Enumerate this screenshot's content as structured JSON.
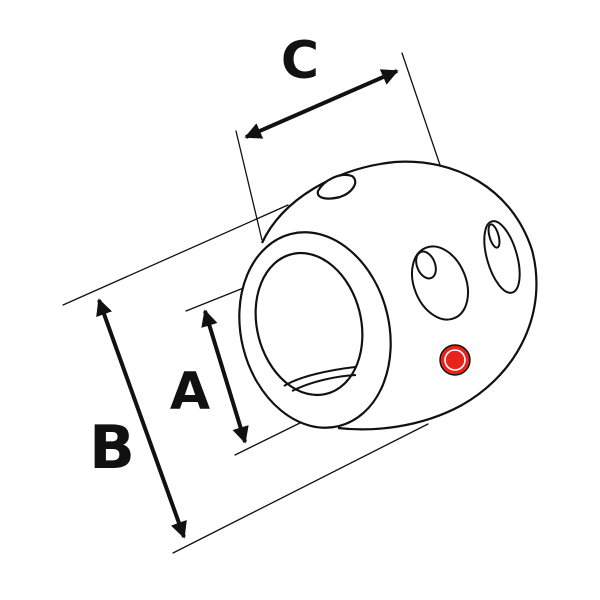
{
  "labels": {
    "a": "A",
    "b": "B",
    "c": "C"
  },
  "colors": {
    "line": "#111111",
    "background": "#ffffff",
    "marker_fill": "#e8231c",
    "marker_ring": "#ffffff"
  },
  "icons": {
    "marker": "red-dot-icon"
  }
}
